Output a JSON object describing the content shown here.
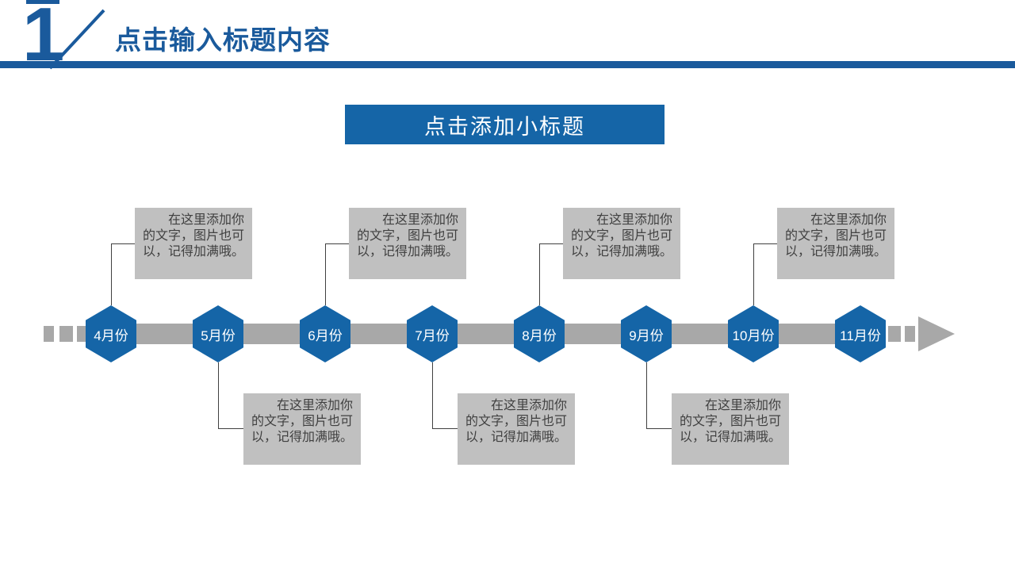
{
  "slide": {
    "page_number": "1",
    "header_title": "点击输入标题内容",
    "subtitle": "点击添加小标题"
  },
  "timeline": {
    "note_text": "在这里添加你的文字，图片也可以，记得加满哦。",
    "months": [
      {
        "label": "4月份",
        "note": "top"
      },
      {
        "label": "5月份",
        "note": "bottom"
      },
      {
        "label": "6月份",
        "note": "top"
      },
      {
        "label": "7月份",
        "note": "bottom"
      },
      {
        "label": "8月份",
        "note": "top"
      },
      {
        "label": "9月份",
        "note": "bottom"
      },
      {
        "label": "10月份",
        "note": "top"
      },
      {
        "label": "11月份",
        "note": "none"
      }
    ]
  },
  "colors": {
    "header_blue": "#1a5a9c",
    "accent_blue": "#1565a7",
    "bar_gray": "#a8a8a8",
    "box_gray": "#c0c0c0",
    "note_text_color": "#404040",
    "connector_color": "#404040"
  }
}
